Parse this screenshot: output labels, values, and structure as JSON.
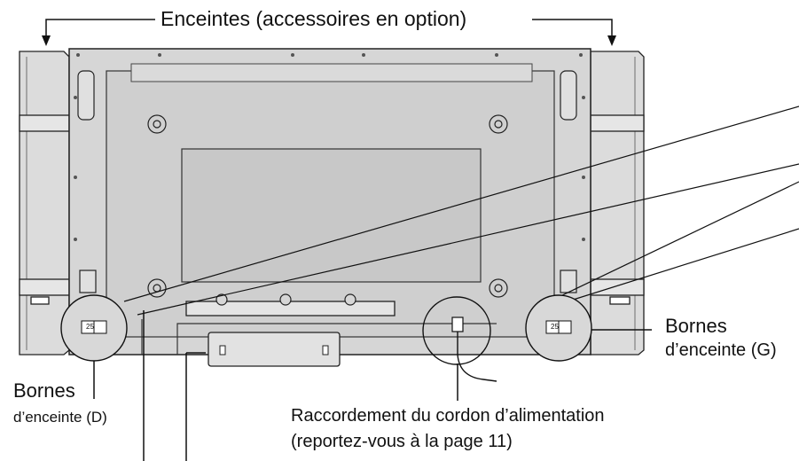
{
  "labels": {
    "speakers_title": "Enceintes (accessoires en option)",
    "right_terminal_line1": "Bornes",
    "right_terminal_line2": "d’enceinte (G)",
    "left_terminal_line1": "Bornes",
    "left_terminal_line2": "d’enceinte (D)",
    "power_line1": "Raccordement du cordon d’alimentation",
    "power_line2": "(reportez-vous à la page 11)"
  },
  "terminal_markings": [
    "25",
    "25"
  ]
}
